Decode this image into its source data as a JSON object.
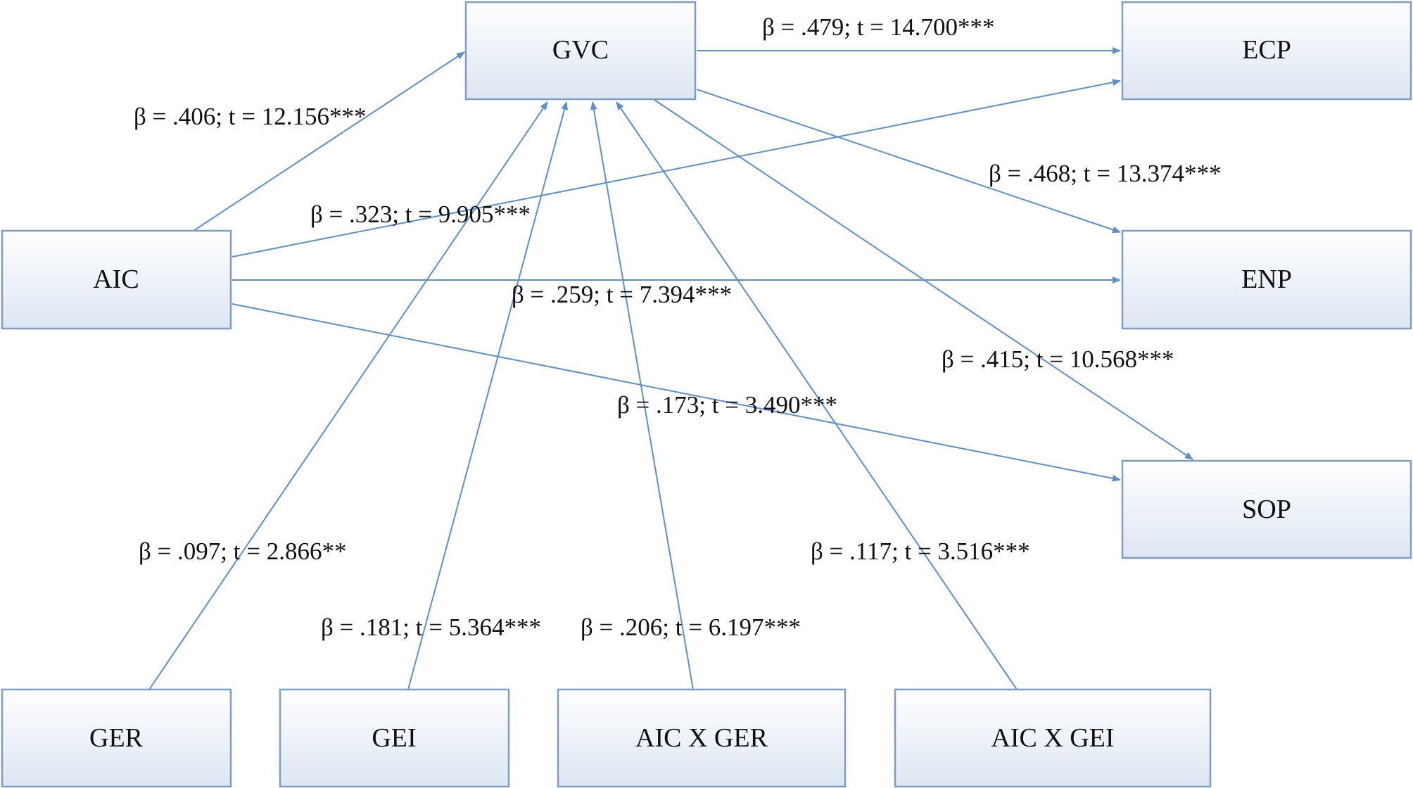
{
  "nodes": [
    {
      "id": "gvc",
      "label": "GVC"
    },
    {
      "id": "ecp",
      "label": "ECP"
    },
    {
      "id": "aic",
      "label": "AIC"
    },
    {
      "id": "enp",
      "label": "ENP"
    },
    {
      "id": "sop",
      "label": "SOP"
    },
    {
      "id": "ger",
      "label": "GER"
    },
    {
      "id": "gei",
      "label": "GEI"
    },
    {
      "id": "aic_x_ger",
      "label": "AIC X GER"
    },
    {
      "id": "aic_x_gei",
      "label": "AIC X GEI"
    }
  ],
  "edges": [
    {
      "from": "gvc",
      "to": "ecp",
      "label": "β = .479; t = 14.700***"
    },
    {
      "from": "aic",
      "to": "gvc",
      "label": "β = .406; t = 12.156***"
    },
    {
      "from": "gvc",
      "to": "enp",
      "label": "β = .468; t = 13.374***"
    },
    {
      "from": "aic",
      "to": "ecp",
      "label": "β = .323; t = 9.905***"
    },
    {
      "from": "aic",
      "to": "enp",
      "label": "β = .259; t = 7.394***"
    },
    {
      "from": "gvc",
      "to": "sop",
      "label": "β = .415; t = 10.568***"
    },
    {
      "from": "aic",
      "to": "sop",
      "label": "β = .173; t = 3.490***"
    },
    {
      "from": "ger",
      "to": "gvc",
      "label": "β = .097; t = 2.866**"
    },
    {
      "from": "aic_x_gei",
      "to": "gvc",
      "label": "β = .117; t = 3.516***"
    },
    {
      "from": "gei",
      "to": "gvc",
      "label": "β = .181; t = 5.364***"
    },
    {
      "from": "aic_x_ger",
      "to": "gvc",
      "label": "β = .206; t = 6.197***"
    }
  ],
  "colors": {
    "edge": "#5b8fd0",
    "box_border": "#7f9cc4",
    "box_fill_top": "#ffffff",
    "box_fill_bottom": "#dce6f2",
    "text": "#111111"
  }
}
